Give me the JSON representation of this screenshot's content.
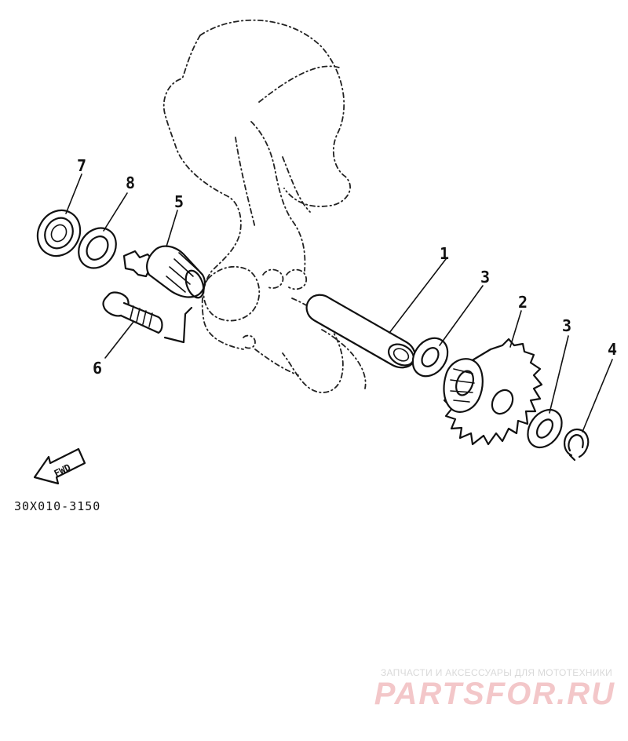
{
  "diagram": {
    "callouts": [
      {
        "id": "1",
        "label": "1"
      },
      {
        "id": "2",
        "label": "2"
      },
      {
        "id": "3a",
        "label": "3"
      },
      {
        "id": "3b",
        "label": "3"
      },
      {
        "id": "4",
        "label": "4"
      },
      {
        "id": "5",
        "label": "5"
      },
      {
        "id": "6",
        "label": "6"
      },
      {
        "id": "7",
        "label": "7"
      },
      {
        "id": "8",
        "label": "8"
      }
    ],
    "fwd_label": "FWD",
    "reference_code": "30X010-3150"
  },
  "watermark": {
    "caption": "ЗАПЧАСТИ И АКСЕССУАРЫ ДЛЯ МОТОТЕХНИКИ",
    "logo": "PARTSFOR.RU",
    "color": "#f3c7c9"
  }
}
